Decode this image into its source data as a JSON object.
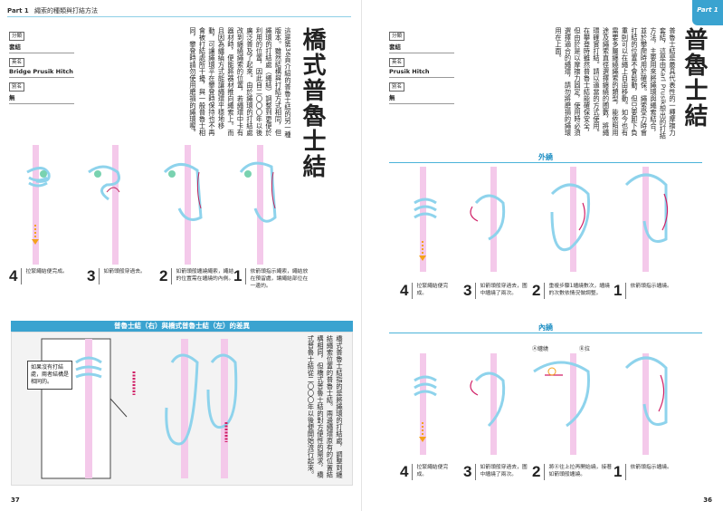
{
  "header": {
    "part": "Part 1",
    "title": "繩索的種類與打結方法"
  },
  "tab_label": "Part 1",
  "left": {
    "fields": [
      {
        "label": "分類",
        "value": "套結"
      },
      {
        "label": "英名",
        "value": "Bridge Prusik Hitch"
      },
      {
        "label": "別名",
        "value": "無"
      }
    ],
    "title": "橋式普魯士結",
    "body": "這是第36頁介紹的普魯士結的另一種版本。雖然結構與打結方式相同，但繩環的打結處（繩結）調整到更便於利用的位置，因此自二〇〇〇年以後廣泛普及了起來。由於繩環的打結處改到纏繞繩索的位置，若繩環中卡有器材時，便能將器材推向繩索上。而且因為纏繞方式能讓繩環平穩地移動，可讓繩環平在攀登時保持也不再會被打結處所干擾，與一般普魯士相同，攀登時請勿使用磨損的繩環喔。",
    "steps": [
      {
        "num": "4",
        "text": "拉緊繩結便完成。"
      },
      {
        "num": "3",
        "text": "如箭頭般穿過去。"
      },
      {
        "num": "2",
        "text": "如箭頭般纏繞繩索，繩結的位置需在纏繞的內側。"
      },
      {
        "num": "1",
        "text": "依箭頭指示繩索，繩結放在預留處，讓繩結部位在一邊的。"
      }
    ],
    "diff": {
      "title": "普魯士結（右）與橋式普魯士結（左）的差異",
      "note": "如果沒有打結處，兩者結構是相同的。",
      "body": "橋式普魯士結指的是將繩環的打結處，調整到纏結繩索位置的普魯士結。兩邊繩環原有的位置結構相同，但橋式普魯士結的對方便性的需求，橋式普魯士結從二〇〇〇年以後便開始流行起來。"
    },
    "page_number": "37"
  },
  "right": {
    "fields": [
      {
        "label": "分類",
        "value": "套結"
      },
      {
        "label": "英名",
        "value": "Prusik Hitch"
      },
      {
        "label": "別名",
        "value": "無"
      }
    ],
    "title": "普魯士結",
    "body": "普魯士結是最具代表性的一種摩擦力套結，這是由Karl Prusik想出的打結方法，主要用來將繩環與繩索結合，並於攀爬時用於確保。繩索受力時會打結的位置不會鬆動，但只要卸下負重則可以在繩上自由移動。如今也有需要多層纏繞繩索的類型，能依照用途及繩索直徑選擇纏繞的圈數，將繩環確實打結。請以適當的方式使用。在攀登時雖然普魯士結能確保安全，但由於是以摩擦力固定，使用時必須選擇適合的繩環，請勿將磨損的繩環用在上面。",
    "outer": {
      "heading": "外繞",
      "steps": [
        {
          "num": "4",
          "text": "拉緊繩結便完成。"
        },
        {
          "num": "3",
          "text": "如箭頭般穿過去，圍中纏繞了兩次。"
        },
        {
          "num": "2",
          "text": "重複步驟1纏繞數次，纏繞的次數依情況做調整。"
        },
        {
          "num": "1",
          "text": "依箭頭指示纏繞。"
        }
      ]
    },
    "inner": {
      "heading": "內繞",
      "marks": {
        "a": "Ⓐ纏繞",
        "b": "Ⓑ拉"
      },
      "steps": [
        {
          "num": "4",
          "text": "拉緊繩結便完成。"
        },
        {
          "num": "3",
          "text": "如箭頭般穿過去，圍中纏繞了兩次。"
        },
        {
          "num": "2",
          "text": "將Ⓐ往上拉再開始繞，接著如箭頭般纏繞。"
        },
        {
          "num": "1",
          "text": "依箭頭指示纏繞。"
        }
      ]
    },
    "page_number": "36"
  },
  "colors": {
    "accent": "#3aa3d0",
    "rope_pink": "#f4c9ea",
    "rope_blue": "#8ed3ec",
    "cord_green": "#79d2b0",
    "cord_red": "#d01f66"
  }
}
